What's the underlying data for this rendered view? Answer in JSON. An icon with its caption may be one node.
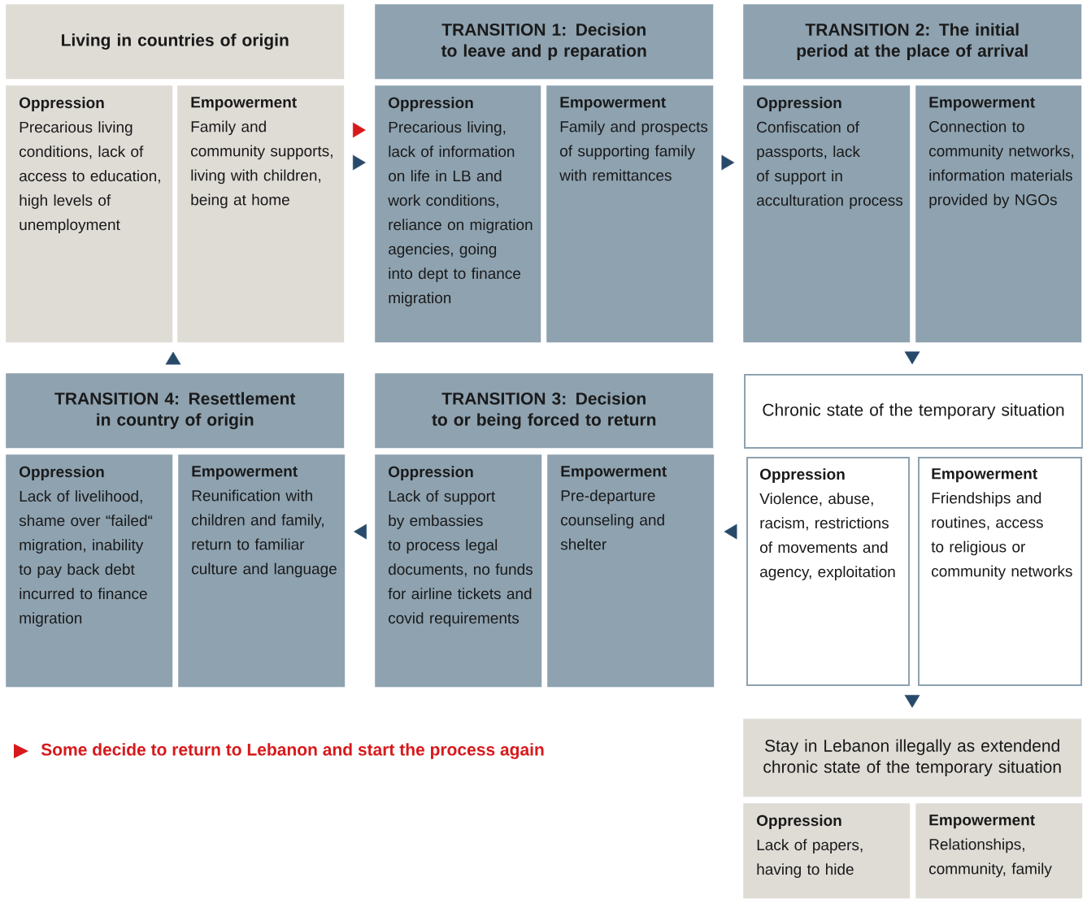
{
  "diagram": {
    "nodes": [
      {
        "text": [
          "Living in countries of origin"
        ]
      },
      {
        "text": [
          "Oppression",
          "Precarious living conditions, lack of access to education, high levels of unemployment"
        ]
      },
      {
        "text": [
          "Empowerment",
          "Family and community supports, living with children, being at home"
        ]
      },
      {
        "text": [
          "TRANSITION 1: Decision to leave and p reparation"
        ]
      },
      {
        "text": [
          "Oppression",
          "Precarious living, lack of information on life in LB and work conditions, reliance on migration agencies, going into dept to finance migration"
        ]
      },
      {
        "text": [
          "Empowerment",
          "Family and prospects of supporting family with remittances"
        ]
      },
      {
        "text": [
          "TRANSITION 2: The initial period at the place of arrival"
        ]
      },
      {
        "text": [
          "Oppression",
          "Confiscation of passports, lack of support in acculturation process"
        ]
      },
      {
        "text": [
          "Empowerment",
          "Connection to community networks, information materials provided by NGOs"
        ]
      },
      {
        "text": [
          "TRANSITION 4: Resettlement in country of origin"
        ]
      },
      {
        "text": [
          "Oppression",
          "Lack of livelihood, shame over “failed“ migration, inability to pay back debt incurred to finance migration"
        ]
      },
      {
        "text": [
          "Empowerment",
          "Reunification with children and family, return to familiar culture and language"
        ]
      },
      {
        "text": [
          "TRANSITION 3: Decision to or being forced to return"
        ]
      },
      {
        "text": [
          "Oppression",
          "Lack of support by embassies to process legal documents, no funds for airline tickets and covid requirements"
        ]
      },
      {
        "text": [
          "Empowerment",
          "Pre-departure counseling and shelter"
        ]
      },
      {
        "text": [
          "Chronic state of the temporary situation"
        ]
      },
      {
        "text": [
          "Oppression",
          "Violence, abuse, racism, restrictions of movements and agency, exploitation"
        ]
      },
      {
        "text": [
          "Empowerment",
          "Friendships and routines, access to religious or community networks"
        ]
      },
      {
        "text": [
          "Stay in Lebanon illegally as extendend chronic state of the temporary situation"
        ]
      },
      {
        "text": [
          "Oppression",
          "Lack of papers, having to hide"
        ]
      },
      {
        "text": [
          "Empowerment",
          "Relationships, community, family"
        ]
      }
    ],
    "edges": [
      {
        "from": 2,
        "to": 4,
        "arrow": "to",
        "color": "#d7191c"
      },
      {
        "from": 2,
        "to": 4,
        "arrow": "to"
      },
      {
        "from": 5,
        "to": 7,
        "arrow": "to"
      },
      {
        "from": 8,
        "to": 15,
        "arrow": "to"
      },
      {
        "from": 16,
        "to": 14,
        "arrow": "to"
      },
      {
        "from": 13,
        "to": 11,
        "arrow": "to"
      },
      {
        "from": 9,
        "to": 1,
        "arrow": "to"
      },
      {
        "from": 16,
        "to": 18,
        "arrow": "to"
      }
    ],
    "legend": [
      {
        "text": "Some decide to return to Lebanon and start the process again",
        "color": "#d7191c"
      }
    ]
  }
}
